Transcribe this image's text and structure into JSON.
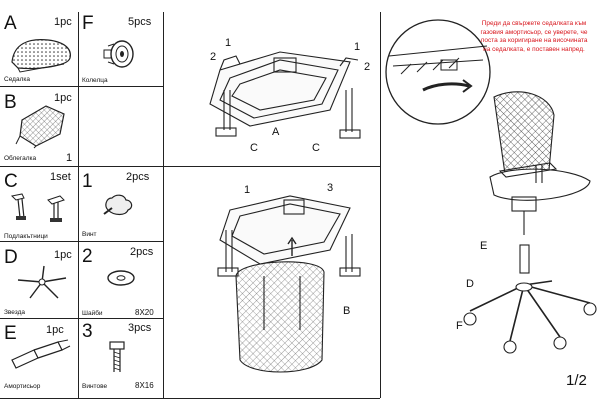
{
  "parts": [
    {
      "letter": "A",
      "qty": "1pc",
      "label": "Седалка"
    },
    {
      "letter": "B",
      "qty": "1pc",
      "label": "Облегалка",
      "extra": "1"
    },
    {
      "letter": "C",
      "qty": "1set",
      "label": "Подлакътници"
    },
    {
      "letter": "D",
      "qty": "1pc",
      "label": "Звезда"
    },
    {
      "letter": "E",
      "qty": "1pc",
      "label": "Амортисьор"
    },
    {
      "letter": "F",
      "qty": "5pcs",
      "label": "Колелца"
    },
    {
      "letter": "1",
      "qty": "2pcs",
      "label": "Винт"
    },
    {
      "letter": "2",
      "qty": "2pcs",
      "label": "Шайби",
      "size": "8X20"
    },
    {
      "letter": "3",
      "qty": "3pcs",
      "label": "Винтове",
      "size": "8X16"
    }
  ],
  "step1_callouts": [
    "1",
    "2",
    "1",
    "2",
    "A",
    "C",
    "C"
  ],
  "step2_callouts": [
    "1",
    "3",
    "B"
  ],
  "step3_callouts": [
    "E",
    "D",
    "F"
  ],
  "note": "Преди да свържете седалката към газовия амортисьор, се уверете, че лоста за коригиране на височината на седалката, е поставен напред.",
  "page_number": "1/2"
}
